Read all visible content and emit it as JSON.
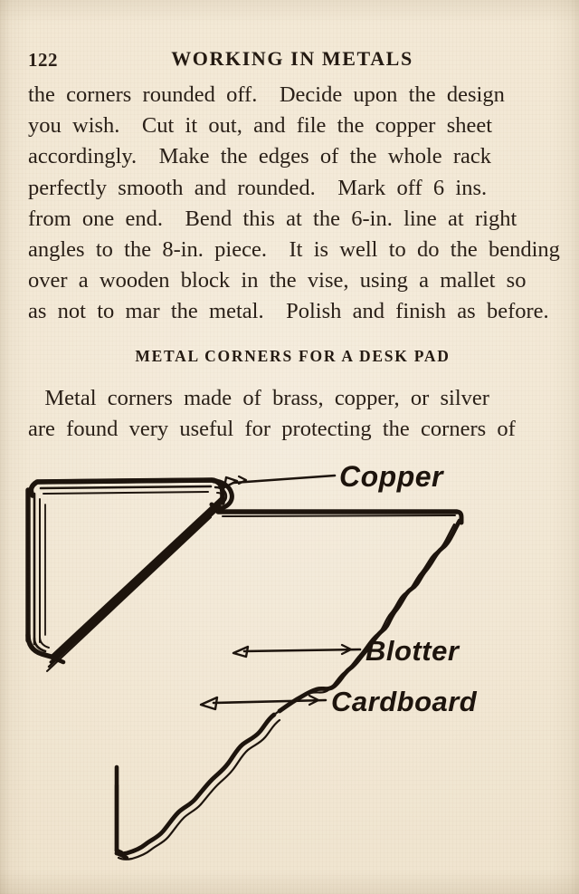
{
  "page": {
    "folio": "122",
    "running_head": "WORKING IN METALS",
    "paper_color": "#f1e6d2",
    "ink_color": "#241a12"
  },
  "paragraph_1": {
    "lines": [
      "the  corners  rounded  off.    Decide  upon  the  design",
      "you  wish.    Cut  it  out,  and  file  the  copper  sheet",
      "accordingly.    Make  the  edges  of  the  whole  rack",
      "perfectly  smooth  and  rounded.    Mark  off  6  ins.",
      "from  one  end.    Bend  this  at  the  6-in.  line  at  right",
      "angles  to  the  8-in.  piece.    It  is  well  to  do  the  bending",
      "over  a  wooden  block  in  the  vise,  using  a  mallet  so",
      "as  not  to  mar  the  metal.    Polish  and  finish  as  before."
    ]
  },
  "section_heading": "METAL CORNERS FOR A DESK PAD",
  "paragraph_2": {
    "lines": [
      "   Metal  corners  made  of  brass,  copper,  or  silver",
      "are  found  very  useful  for  protecting  the  corners  of"
    ]
  },
  "figure": {
    "caption_labels": {
      "copper": "Copper",
      "blotter": "Blotter",
      "cardboard": "Cardboard"
    }
  }
}
